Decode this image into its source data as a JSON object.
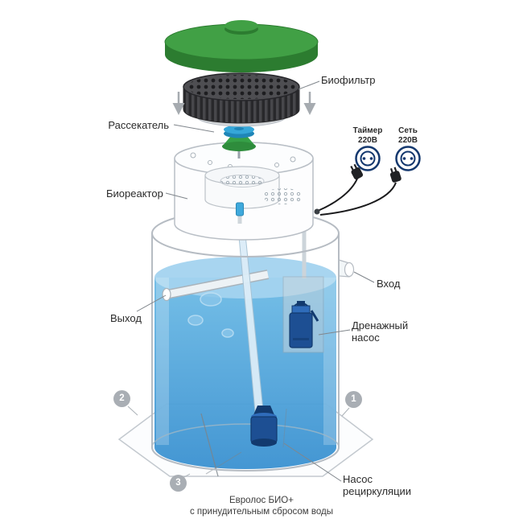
{
  "diagram": {
    "labels": {
      "biofilter": "Биофильтр",
      "diffuser": "Рассекатель",
      "bioreactor": "Биореактор",
      "timer_line1": "Таймер",
      "timer_line2": "220В",
      "mains_line1": "Сеть",
      "mains_line2": "220В",
      "inlet": "Вход",
      "outlet": "Выход",
      "drain_pump_line1": "Дренажный",
      "drain_pump_line2": "насос",
      "recirc_pump_line1": "Насос",
      "recirc_pump_line2": "рециркуляции"
    },
    "markers": {
      "m1": "1",
      "m2": "2",
      "m3": "3"
    },
    "caption": {
      "line1": "Евролос БИО+",
      "line2": "с принудительным сбросом воды"
    },
    "colors": {
      "lid_green": "#41a045",
      "lid_green_dark": "#2c7c30",
      "water_blue": "#4aa3dc",
      "water_blue_light": "#a3d3ef",
      "pump_blue": "#1d4f93",
      "socket_navy": "#14386e",
      "marker_gray": "#a9aeb4",
      "outline_gray": "#b6bcc3"
    }
  }
}
